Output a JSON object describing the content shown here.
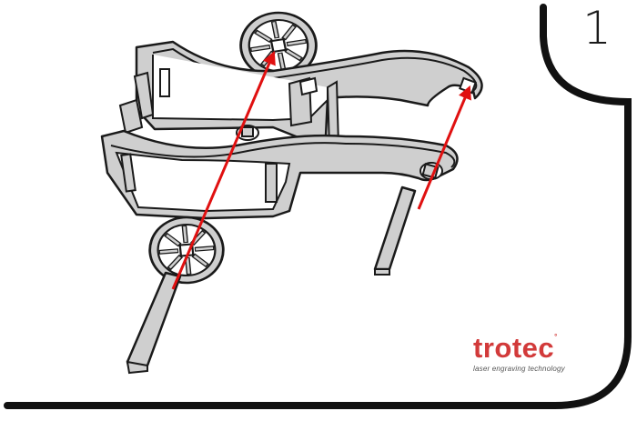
{
  "step": {
    "number": "1"
  },
  "brand": {
    "name": "trotec",
    "tagline": "laser engraving technology",
    "color": "#d23a3a"
  },
  "colors": {
    "part_fill": "#cfcfcf",
    "part_stroke": "#1a1a1a",
    "arrow": "#e01010",
    "frame": "#111111"
  },
  "icons": [
    "wheel-icon",
    "leg-piece-icon",
    "assembly-arrow-icon"
  ]
}
